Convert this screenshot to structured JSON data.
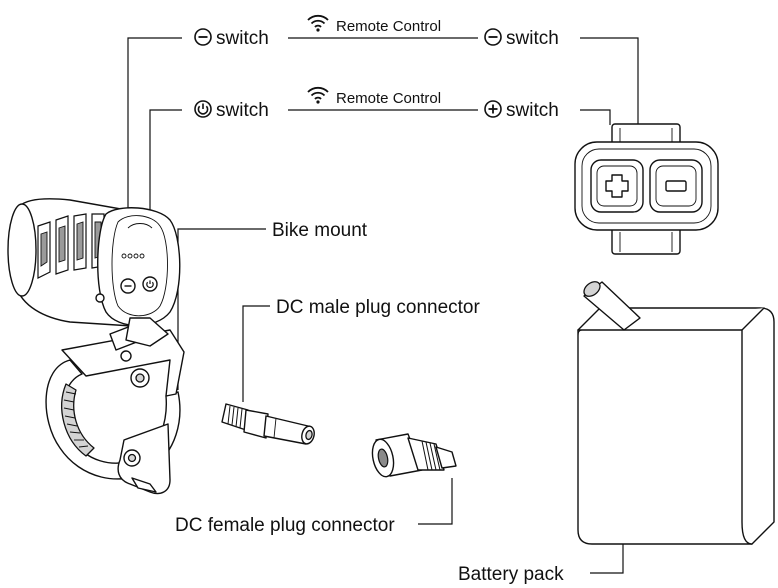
{
  "labels": {
    "minus_switch_left": "switch",
    "minus_switch_right": "switch",
    "power_switch": "switch",
    "plus_switch": "switch",
    "remote_top": "Remote Control",
    "remote_bottom": "Remote Control",
    "bike_mount": "Bike mount",
    "dc_male": "DC male plug connector",
    "dc_female": "DC female plug connector",
    "battery": "Battery pack"
  },
  "icons": {
    "minus": "minus-circle-icon",
    "power": "power-circle-icon",
    "plus": "plus-circle-icon",
    "wifi": "wifi-icon"
  }
}
